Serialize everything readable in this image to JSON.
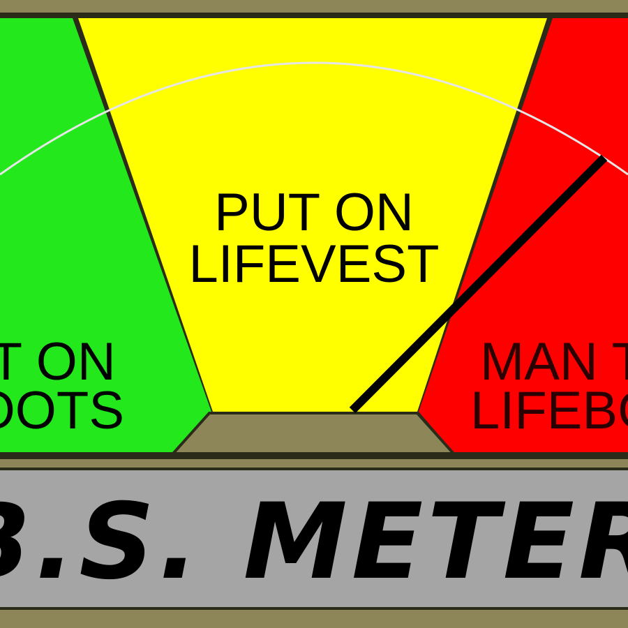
{
  "meter": {
    "title": "B.S. METER",
    "zones": [
      {
        "line1": "PUT ON",
        "line2": "BOOTS",
        "color": "#22e81c"
      },
      {
        "line1": "PUT ON",
        "line2": "LIFEVEST",
        "color": "#ffff00"
      },
      {
        "line1": "MAN THE",
        "line2": "LIFEBOATS",
        "color": "#ff0000"
      }
    ],
    "frame_color": "#8c8658",
    "title_bar_color": "#a5a5a5",
    "needle_color": "#000000",
    "arc_color": "#e6e6e6"
  }
}
